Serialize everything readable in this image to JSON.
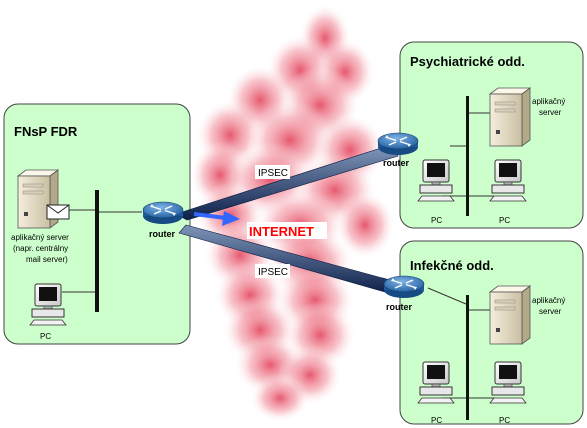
{
  "sites": {
    "main": {
      "title": "FNsP FDR",
      "server_label": [
        "aplikačný server",
        "(napr. centrálny",
        "mail server)"
      ],
      "pc_label": "PC"
    },
    "psych": {
      "title": "Psychiatrické odd.",
      "server_label": [
        "aplikačný",
        "server"
      ],
      "pc_labels": [
        "PC",
        "PC"
      ]
    },
    "infek": {
      "title": "Infekčné odd.",
      "server_label": [
        "aplikačný",
        "server"
      ],
      "pc_labels": [
        "PC",
        "PC"
      ]
    }
  },
  "routers": {
    "main": "router",
    "psych": "router",
    "infek": "router"
  },
  "tunnels": {
    "upper": "IPSEC",
    "lower": "IPSEC"
  },
  "internet": {
    "label": "INTERNET"
  },
  "colors": {
    "site_fill": "#ccffcc",
    "cloud": "#e64b5f",
    "router": "#3d7fc1",
    "arrow": "#3366ff",
    "internet_text": "#ff0000"
  }
}
